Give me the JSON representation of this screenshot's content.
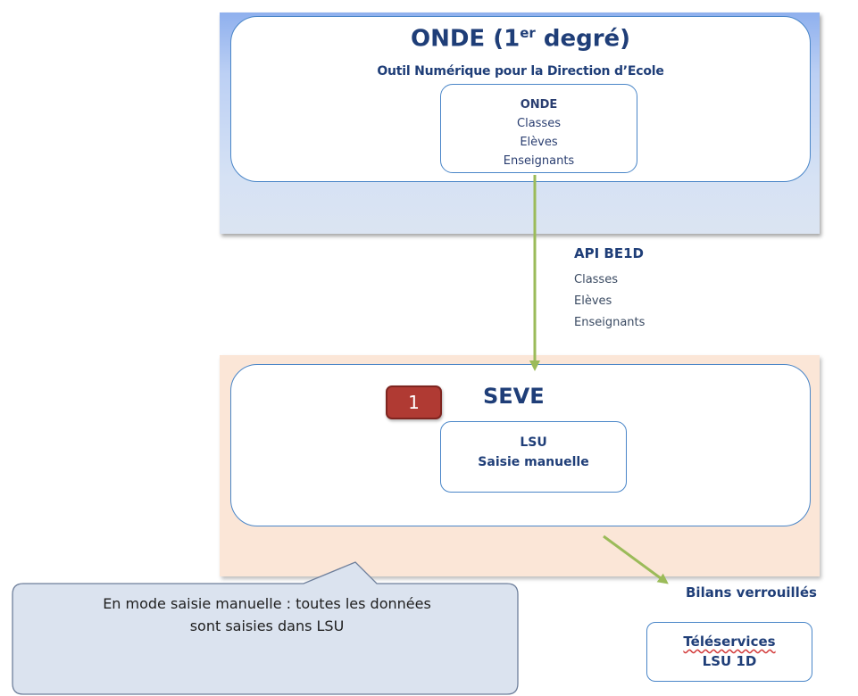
{
  "onde": {
    "title": "ONDE (1",
    "title_sup": "er",
    "title_end": " degré)",
    "subtitle": "Outil Numérique pour la Direction d’Ecole",
    "inner": {
      "title": "ONDE",
      "items": [
        "Classes",
        "Elèves",
        "Enseignants"
      ]
    }
  },
  "api": {
    "title": "API BE1D",
    "items": [
      "Classes",
      "Elèves",
      "Enseignants"
    ]
  },
  "seve": {
    "title": "SEVE",
    "step_badge": "1",
    "lsu": {
      "line1": "LSU",
      "line2": "Saisie manuelle"
    }
  },
  "bilans": {
    "label": "Bilans verrouillés"
  },
  "teleservices": {
    "line1": "Téléservices",
    "line2": "LSU  1D"
  },
  "callout": {
    "line1": "En mode saisie manuelle : toutes les données",
    "line2": "sont  saisies dans LSU"
  },
  "colors": {
    "arrow": "#9bbb59",
    "border": "#4a86c8",
    "text": "#1f3e78",
    "badge": "#b03a33"
  }
}
